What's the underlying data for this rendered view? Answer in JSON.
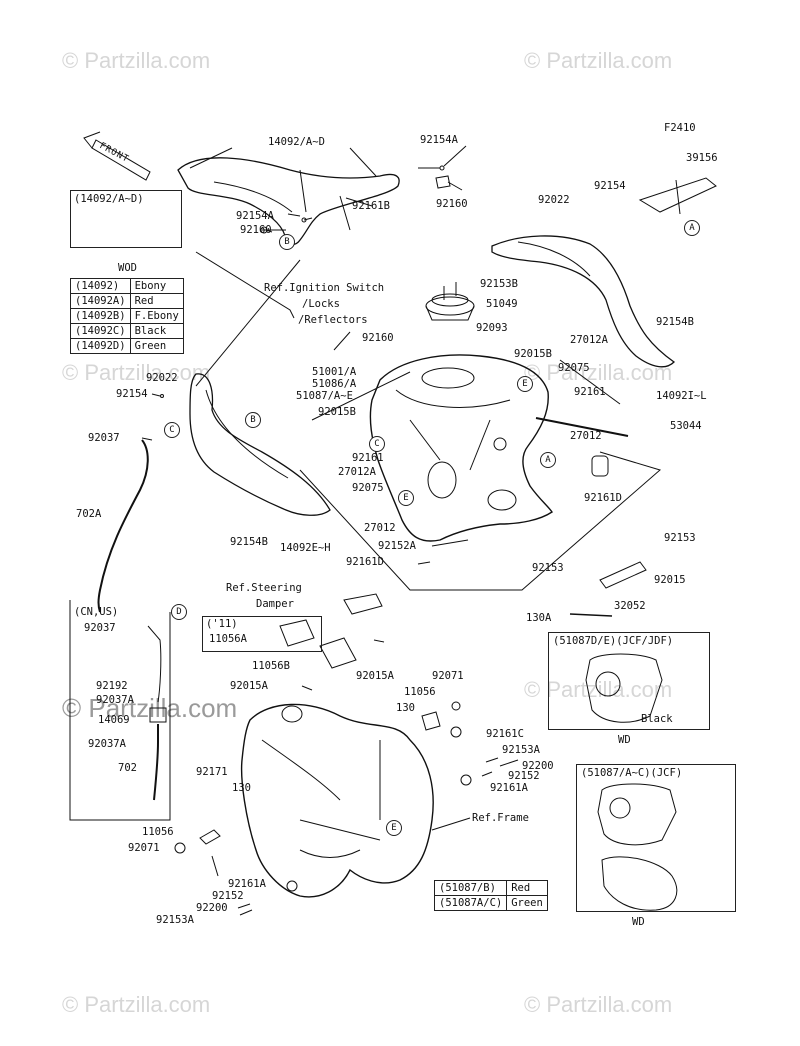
{
  "watermarks": {
    "brand": "© Partzilla.com",
    "big": "© Partzilla.com"
  },
  "figure_id": "F2410",
  "front_label": "FRONT",
  "parts": {
    "p14092_ad": "14092/A~D",
    "p92154a_top": "92154A",
    "p92160_top": "92160",
    "p92161b": "92161B",
    "p92154a_mid": "92154A",
    "p92160_mid": "92160",
    "ref_ignition": "Ref.Ignition Switch",
    "ref_locks": "/Locks",
    "ref_reflectors": "/Reflectors",
    "p92153b": "92153B",
    "p51049": "51049",
    "p92160_c": "92160",
    "p92093": "92093",
    "p51001": "51001/A",
    "p51086": "51086/A",
    "p51087": "51087/A~E",
    "p92015b_r": "92015B",
    "p92015b_l": "92015B",
    "p39156": "39156",
    "p92154_r": "92154",
    "p92022_r": "92022",
    "p27012a_r": "27012A",
    "p92154b_r": "92154B",
    "p92075_r": "92075",
    "p92161_r": "92161",
    "p14092i": "14092I~L",
    "p53044": "53044",
    "p27012_r": "27012",
    "p92161_l": "92161",
    "p27012a_l": "27012A",
    "p92075_l": "92075",
    "p92154b_l": "92154B",
    "p14092e": "14092E~H",
    "p27012_c": "27012",
    "p92152a": "92152A",
    "p92161d_l": "92161D",
    "p92161d_r": "92161D",
    "p92153_r1": "92153",
    "p92153_r2": "92153",
    "p92015_r": "92015",
    "p32052": "32052",
    "p130a": "130A",
    "p92022_l": "92022",
    "p92154_l": "92154",
    "p92037_l": "92037",
    "p702a": "702A",
    "ref_steering": "Ref.Steering",
    "damper": "Damper",
    "yr11": "('11)",
    "p11056a": "11056A",
    "p11056b": "11056B",
    "p92015a_l": "92015A",
    "p92015a_r": "92015A",
    "p92071_t": "92071",
    "p11056_m": "11056",
    "p130_m": "130",
    "p92161c": "92161C",
    "p92153a_r": "92153A",
    "p92200_r": "92200",
    "p92152_r": "92152",
    "p92161a_r": "92161A",
    "ref_frame": "Ref.Frame",
    "p92171": "92171",
    "p130_l": "130",
    "p11056_l": "11056",
    "p92071_l": "92071",
    "p92161a_l": "92161A",
    "p92152_l": "92152",
    "p92200_l": "92200",
    "p92153a_l": "92153A",
    "cn_us": "(CN,US)",
    "p92037_b": "92037",
    "p92192": "92192",
    "p92037a_b1": "92037A",
    "p14069": "14069",
    "p92037a_b2": "92037A",
    "p702": "702"
  },
  "color_table": [
    {
      "code": "(14092)",
      "color": "Ebony"
    },
    {
      "code": "(14092A)",
      "color": "Red"
    },
    {
      "code": "(14092B)",
      "color": "F.Ebony"
    },
    {
      "code": "(14092C)",
      "color": "Black"
    },
    {
      "code": "(14092D)",
      "color": "Green"
    }
  ],
  "tank_table": [
    {
      "code": "(51087/B)",
      "color": "Red"
    },
    {
      "code": "(51087A/C)",
      "color": "Green"
    }
  ],
  "insets": {
    "wod": {
      "title": "(14092/A~D)",
      "caption": "WOD"
    },
    "wd1": {
      "title": "(51087D/E)(JCF/JDF)",
      "note": "Black",
      "caption": "WD"
    },
    "wd2": {
      "title": "(51087/A~C)(JCF)",
      "caption": "WD"
    }
  },
  "circles": [
    "A",
    "B",
    "C",
    "D",
    "E"
  ]
}
